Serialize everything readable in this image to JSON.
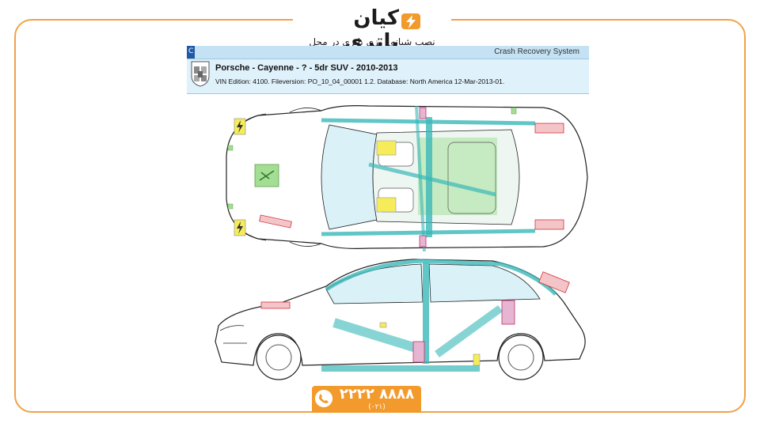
{
  "brand": {
    "name": "کیان باتری",
    "tagline": "نصب شبانه روزی باتری در محل",
    "accent": "#f39a2c"
  },
  "crs": {
    "system_name": "Crash Recovery System",
    "corner_glyph": "C",
    "vehicle_title": "Porsche - Cayenne - ? - 5dr SUV - 2010-2013",
    "vin_line": "VIN Edition: 4100. Fileversion: PO_10_04_00001 1.2. Database: North America 12-Mar-2013-01."
  },
  "contact": {
    "phone": "۸۸۸۸ ۲۲۲۲",
    "area_code": "(۰۲۱)"
  }
}
